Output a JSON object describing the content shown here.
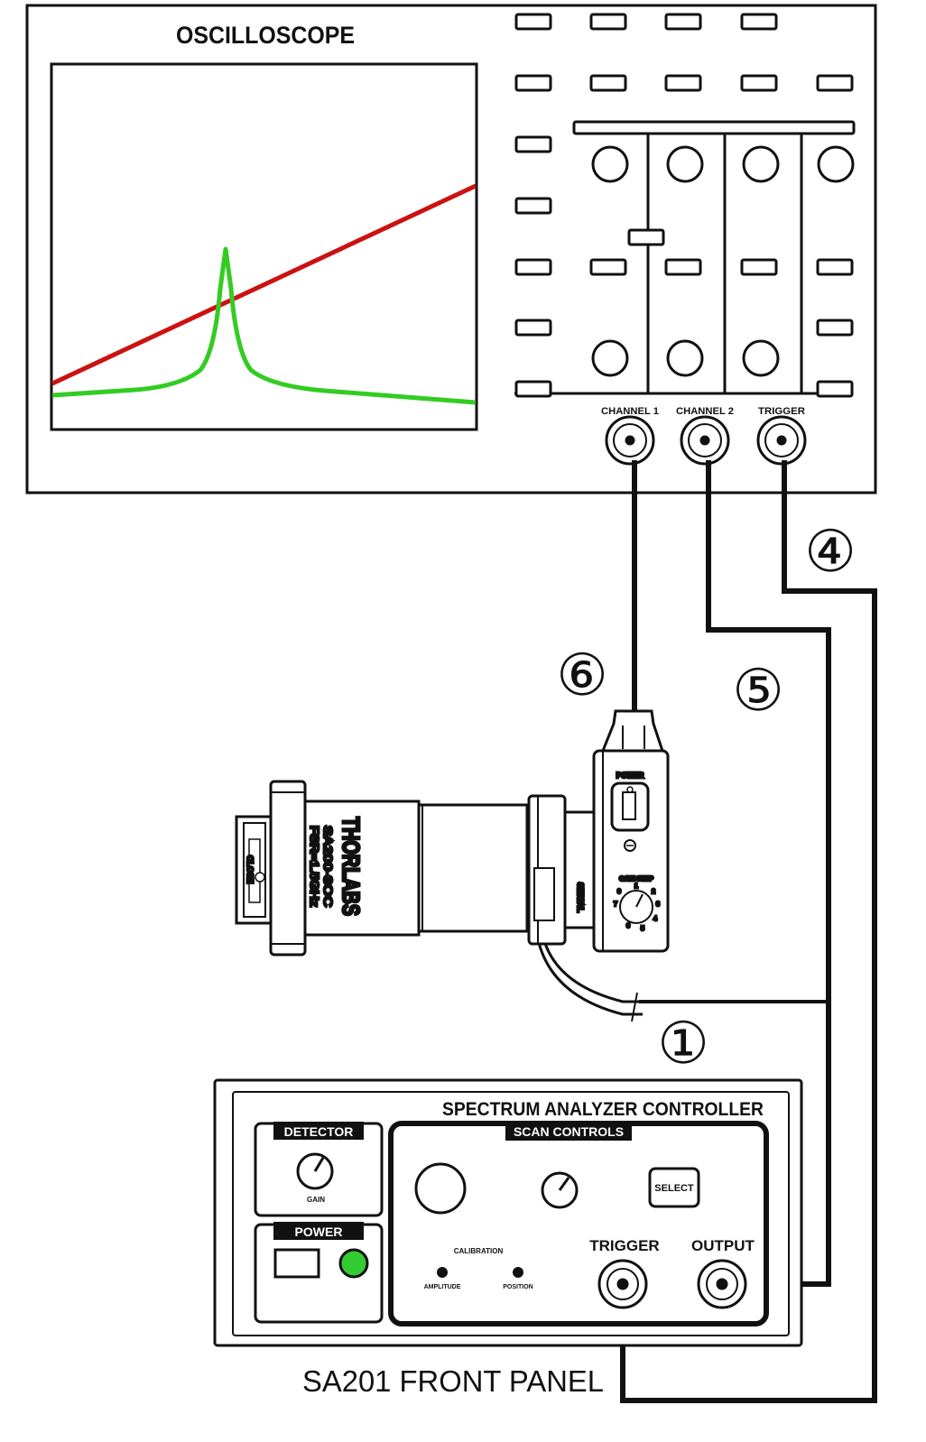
{
  "oscilloscope": {
    "title": "OSCILLOSCOPE",
    "inputs": [
      "CHANNEL 1",
      "CHANNEL 2",
      "TRIGGER"
    ],
    "trace_colors": {
      "ramp": "#cc1111",
      "peak": "#33cc22"
    }
  },
  "cable_labels": {
    "c1": "①",
    "c4": "④",
    "c5": "⑤",
    "c6": "⑥"
  },
  "interferometer": {
    "brand": "THORLABS",
    "model": "SA200-3OC",
    "fsr": "FSR=1.5GHz",
    "cap_label": "CLOSE",
    "detector_power_label": "POWER",
    "gain_step_label": "GAIN STEP",
    "gain_numbers": [
      "1",
      "2",
      "3",
      "4",
      "5",
      "6",
      "7",
      "0"
    ],
    "side_label": "SERIAL"
  },
  "controller": {
    "title": "SPECTRUM ANALYZER CONTROLLER",
    "detector_title": "DETECTOR",
    "gain_label": "GAIN",
    "power_title": "POWER",
    "power_led_color": "#33cc33",
    "scan_title": "SCAN CONTROLS",
    "select_label": "SELECT",
    "calibration_label": "CALIBRATION",
    "amplitude_label": "AMPLITUDE",
    "position_label": "POSITION",
    "trigger_label": "TRIGGER",
    "output_label": "OUTPUT"
  },
  "caption": "SA201 FRONT PANEL"
}
